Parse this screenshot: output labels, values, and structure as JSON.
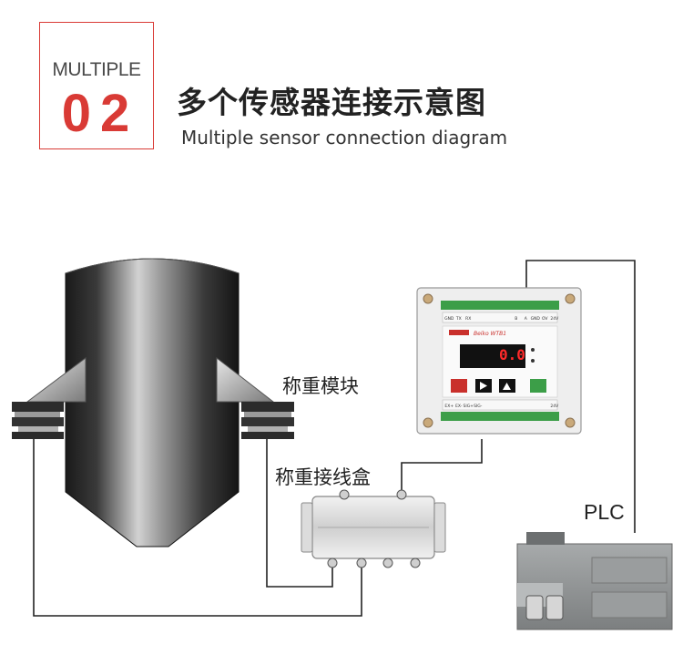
{
  "header": {
    "badge_word": "MULTIPLE",
    "badge_number": "02",
    "title_cn": "多个传感器连接示意图",
    "title_en": "Multiple sensor connection diagram"
  },
  "labels": {
    "weighing_module": "称重模块",
    "junction_box": "称重接线盒",
    "plc": "PLC"
  },
  "transmitter": {
    "display_value": "0.0",
    "top_terminals": [
      "GND",
      "TX",
      "RX",
      "",
      "",
      "",
      "",
      "B",
      "A",
      "GND",
      "OV",
      "24V"
    ],
    "bottom_terminals": [
      "EX+",
      "EX-",
      "SIG+",
      "SIG-",
      "",
      "",
      "",
      "",
      "",
      "",
      "",
      "24V"
    ]
  },
  "colors": {
    "accent": "#d93a35",
    "wire": "#222222",
    "tank_dark": "#1c1c1c",
    "plc_body": "#8e9192"
  }
}
